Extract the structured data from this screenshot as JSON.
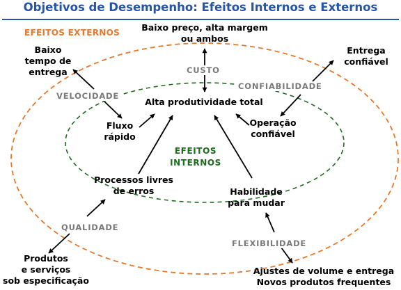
{
  "title": "Objetivos de Desempenho: Efeitos Internos e Externos",
  "colors": {
    "title": "#2554a8",
    "external_ring": "#e8782a",
    "internal_ring": "#1d6b1d",
    "objective_label": "#7a7a7a"
  },
  "rings": {
    "external_label": "EFEITOS EXTERNOS",
    "internal_label_line1": "EFEITOS",
    "internal_label_line2": "INTERNOS"
  },
  "objectives": {
    "custo": "CUSTO",
    "velocidade": "VELOCIDADE",
    "confiabilidade": "CONFIABILIDADE",
    "qualidade": "QUALIDADE",
    "flexibilidade": "FLEXIBILIDADE"
  },
  "external_effects": {
    "custo_line1": "Baixo preço, alta margem",
    "custo_line2": "ou ambos",
    "velocidade_line1": "Baixo",
    "velocidade_line2": "tempo de",
    "velocidade_line3": "entrega",
    "confiabilidade_line1": "Entrega",
    "confiabilidade_line2": "confiável",
    "qualidade_line1": "Produtos",
    "qualidade_line2": "e serviços",
    "qualidade_line3": "sob especificação",
    "flexibilidade_line1": "Ajustes de volume e entrega",
    "flexibilidade_line2": "Novos produtos frequentes"
  },
  "internal_effects": {
    "center": "Alta produtividade total",
    "velocidade_line1": "Fluxo",
    "velocidade_line2": "rápido",
    "confiabilidade_line1": "Operação",
    "confiabilidade_line2": "confiável",
    "qualidade_line1": "Processos livres",
    "qualidade_line2": "de erros",
    "flexibilidade_line1": "Habilidade",
    "flexibilidade_line2": "para mudar"
  },
  "arrow_icon": "arrowhead-icon"
}
